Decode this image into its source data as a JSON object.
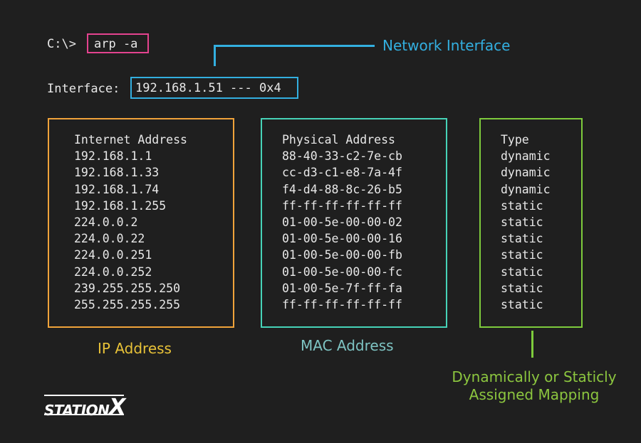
{
  "terminal": {
    "prompt": "C:\\>",
    "command": "arp -a",
    "interface_label": "Interface:",
    "interface_value": "192.168.1.51 --- 0x4"
  },
  "annotations": {
    "network_interface": "Network Interface",
    "ip_address": "IP Address",
    "mac_address": "MAC Address",
    "type_line1": "Dynamically or Staticly",
    "type_line2": "Assigned Mapping"
  },
  "table": {
    "headers": [
      "Internet Address",
      "Physical Address",
      "Type"
    ],
    "rows": [
      [
        "192.168.1.1",
        "88-40-33-c2-7e-cb",
        "dynamic"
      ],
      [
        "192.168.1.33",
        "cc-d3-c1-e8-7a-4f",
        "dynamic"
      ],
      [
        "192.168.1.74",
        "f4-d4-88-8c-26-b5",
        "dynamic"
      ],
      [
        "192.168.1.255",
        "ff-ff-ff-ff-ff-ff",
        "static"
      ],
      [
        "224.0.0.2",
        "01-00-5e-00-00-02",
        "static"
      ],
      [
        "224.0.0.22",
        "01-00-5e-00-00-16",
        "static"
      ],
      [
        "224.0.0.251",
        "01-00-5e-00-00-fb",
        "static"
      ],
      [
        "224.0.0.252",
        "01-00-5e-00-00-fc",
        "static"
      ],
      [
        "239.255.255.250",
        "01-00-5e-7f-ff-fa",
        "static"
      ],
      [
        "255.255.255.255",
        "ff-ff-ff-ff-ff-ff",
        "static"
      ]
    ]
  },
  "colors": {
    "command_box": "#e4438f",
    "interface": "#33afe0",
    "ip": "#f0a33a",
    "mac": "#46d3b8",
    "type": "#7ecb3c"
  },
  "logo": {
    "text": "STATION",
    "x": "X"
  }
}
